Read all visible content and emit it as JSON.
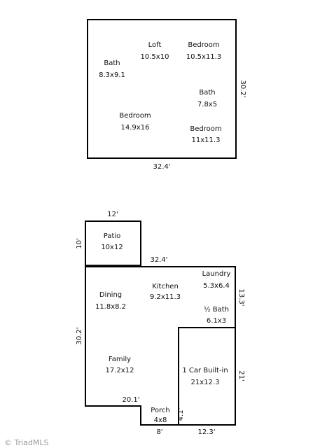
{
  "upper_floor": {
    "rooms": [
      {
        "name": "Loft",
        "size": "10.5x10"
      },
      {
        "name": "Bedroom",
        "size": "10.5x11.3"
      },
      {
        "name": "Bath",
        "size": "8.3x9.1"
      },
      {
        "name": "Bath",
        "size": "7.8x5"
      },
      {
        "name": "Bedroom",
        "size": "14.9x16"
      },
      {
        "name": "Bedroom",
        "size": "11x11.3"
      }
    ],
    "dimensions": {
      "width": "32.4'",
      "depth": "30.2'"
    }
  },
  "main_floor": {
    "rooms": [
      {
        "name": "Patio",
        "size": "10x12"
      },
      {
        "name": "Laundry",
        "size": "5.3x6.4"
      },
      {
        "name": "Dining",
        "size": "11.8x8.2"
      },
      {
        "name": "Kitchen",
        "size": "9.2x11.3"
      },
      {
        "name": "½ Bath",
        "size": "6.1x3"
      },
      {
        "name": "Family",
        "size": "17.2x12"
      },
      {
        "name": "1 Car Built-in",
        "size": "21x12.3"
      },
      {
        "name": "Porch",
        "size": "4x8"
      }
    ],
    "dimensions": {
      "patio_width": "12'",
      "patio_depth": "10'",
      "main_width": "32.4'",
      "laundry_depth": "13.3'",
      "main_depth": "30.2'",
      "garage_depth": "21'",
      "family_bottom": "20.1'",
      "porch_depth": "4.1'",
      "porch_width": "8'",
      "garage_width": "12.3'"
    }
  },
  "watermark": "© TriadMLS"
}
